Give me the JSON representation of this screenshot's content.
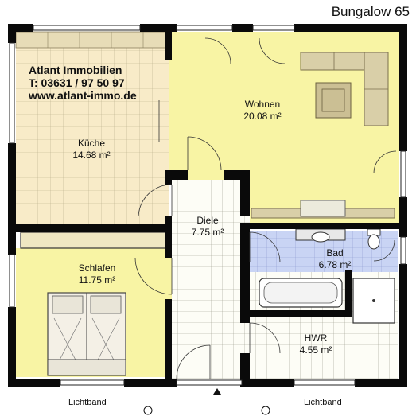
{
  "title": "Bungalow 65",
  "company": {
    "name": "Atlant Immobilien",
    "phone": "T: 03631 / 97 50 97",
    "web": "www.atlant-immo.de"
  },
  "rooms": {
    "wohnen": {
      "name": "Wohnen",
      "area": "20.08 m²"
    },
    "kueche": {
      "name": "Küche",
      "area": "14.68 m²"
    },
    "diele": {
      "name": "Diele",
      "area": "7.75 m²"
    },
    "bad": {
      "name": "Bad",
      "area": "6.78 m²"
    },
    "schlafen": {
      "name": "Schlafen",
      "area": "11.75 m²"
    },
    "hwr": {
      "name": "HWR",
      "area": "4.55 m²"
    }
  },
  "footer": {
    "left": "Lichtband",
    "right": "Lichtband"
  },
  "colors": {
    "yellow": "#f8f4a4",
    "cream": "#f8ebc8",
    "tiles": "#fdfdf6",
    "bath": "#c9d4f4",
    "wall": "#0a0a0a",
    "furniture": "#d9cfa8"
  }
}
